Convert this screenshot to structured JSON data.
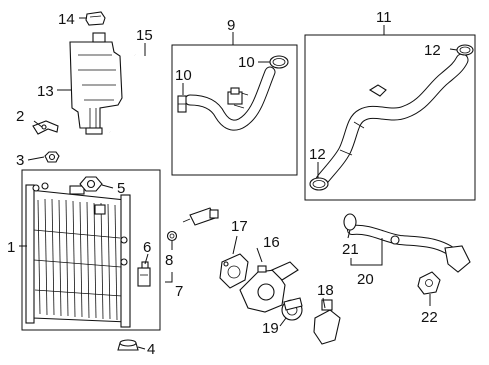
{
  "callouts": [
    {
      "id": "c1",
      "text": "1"
    },
    {
      "id": "c2",
      "text": "2"
    },
    {
      "id": "c3",
      "text": "3"
    },
    {
      "id": "c4",
      "text": "4"
    },
    {
      "id": "c5",
      "text": "5"
    },
    {
      "id": "c6",
      "text": "6"
    },
    {
      "id": "c7",
      "text": "7"
    },
    {
      "id": "c8",
      "text": "8"
    },
    {
      "id": "c9",
      "text": "9"
    },
    {
      "id": "c10a",
      "text": "10"
    },
    {
      "id": "c10b",
      "text": "10"
    },
    {
      "id": "c11",
      "text": "11"
    },
    {
      "id": "c12a",
      "text": "12"
    },
    {
      "id": "c12b",
      "text": "12"
    },
    {
      "id": "c13",
      "text": "13"
    },
    {
      "id": "c14",
      "text": "14"
    },
    {
      "id": "c15",
      "text": "15"
    },
    {
      "id": "c16",
      "text": "16"
    },
    {
      "id": "c17",
      "text": "17"
    },
    {
      "id": "c18",
      "text": "18"
    },
    {
      "id": "c19",
      "text": "19"
    },
    {
      "id": "c20",
      "text": "20"
    },
    {
      "id": "c21",
      "text": "21"
    },
    {
      "id": "c22",
      "text": "22"
    }
  ]
}
